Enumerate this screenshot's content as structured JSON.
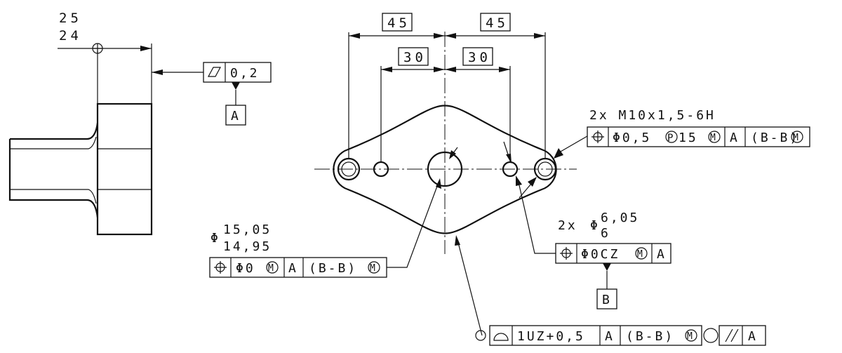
{
  "side_view": {
    "tol_upper": "25",
    "tol_lower": "24",
    "flatness_tolerance": "0,2",
    "datum_a": "A"
  },
  "top_view": {
    "dim_45": "45",
    "dim_30": "30",
    "thread_callout": "2x M10x1,5-6H",
    "thread_fcf": {
      "tolerance": "Φ0,5",
      "projected": "15",
      "datum_primary": "A",
      "datum_secondary": "(B-B)"
    },
    "bore_callout": {
      "prefix": "2x",
      "upper": "6,05",
      "lower": "6"
    },
    "bore_fcf": {
      "tolerance": "Φ0CZ",
      "datum": "A"
    },
    "datum_b": "B",
    "center_hole": {
      "upper": "15,05",
      "lower": "14,95"
    },
    "center_fcf": {
      "tolerance": "Φ0",
      "datum_primary": "A",
      "datum_secondary": "(B-B)"
    },
    "profile_fcf": {
      "tolerance": "1UZ+0,5",
      "datum_primary": "A",
      "datum_secondary": "(B-B)",
      "parallel_datum": "A"
    }
  },
  "symbols": {
    "diameter": "Φ",
    "mmc": "M",
    "projected": "P"
  },
  "icons": [
    "position-icon",
    "flatness-icon",
    "profile-surface-icon",
    "parallelism-icon",
    "all-around-icon",
    "datum-triangle-icon"
  ]
}
